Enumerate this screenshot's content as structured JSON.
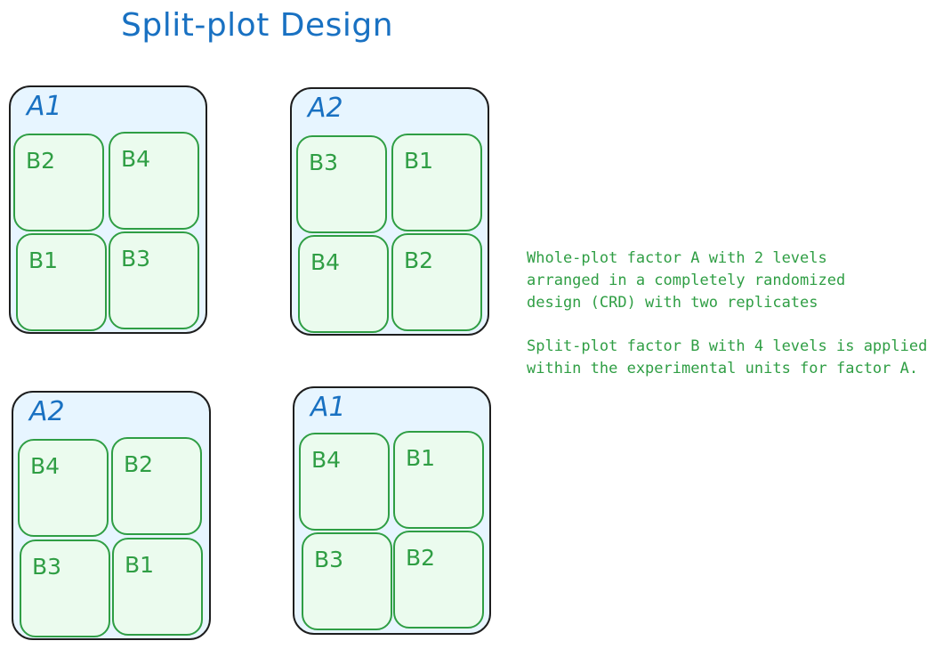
{
  "title": "Split-plot Design",
  "whole_plots": [
    {
      "label": "A1",
      "subplots": [
        "B2",
        "B4",
        "B1",
        "B3"
      ]
    },
    {
      "label": "A2",
      "subplots": [
        "B3",
        "B1",
        "B4",
        "B2"
      ]
    },
    {
      "label": "A2",
      "subplots": [
        "B4",
        "B2",
        "B3",
        "B1"
      ]
    },
    {
      "label": "A1",
      "subplots": [
        "B4",
        "B1",
        "B3",
        "B2"
      ]
    }
  ],
  "notes": {
    "whole_plot_lines": [
      "Whole-plot factor A with 2 levels",
      "arranged in a completely randomized",
      "design (CRD) with two replicates"
    ],
    "split_plot_lines": [
      "Split-plot factor B with 4 levels is applied",
      "within the experimental units for factor A."
    ]
  },
  "colors": {
    "title": "#1971c2",
    "whole_plot_fill": "#e7f5ff",
    "whole_plot_stroke": "#1e1e1e",
    "subplot_fill": "#ebfbee",
    "subplot_stroke": "#2f9e44"
  }
}
